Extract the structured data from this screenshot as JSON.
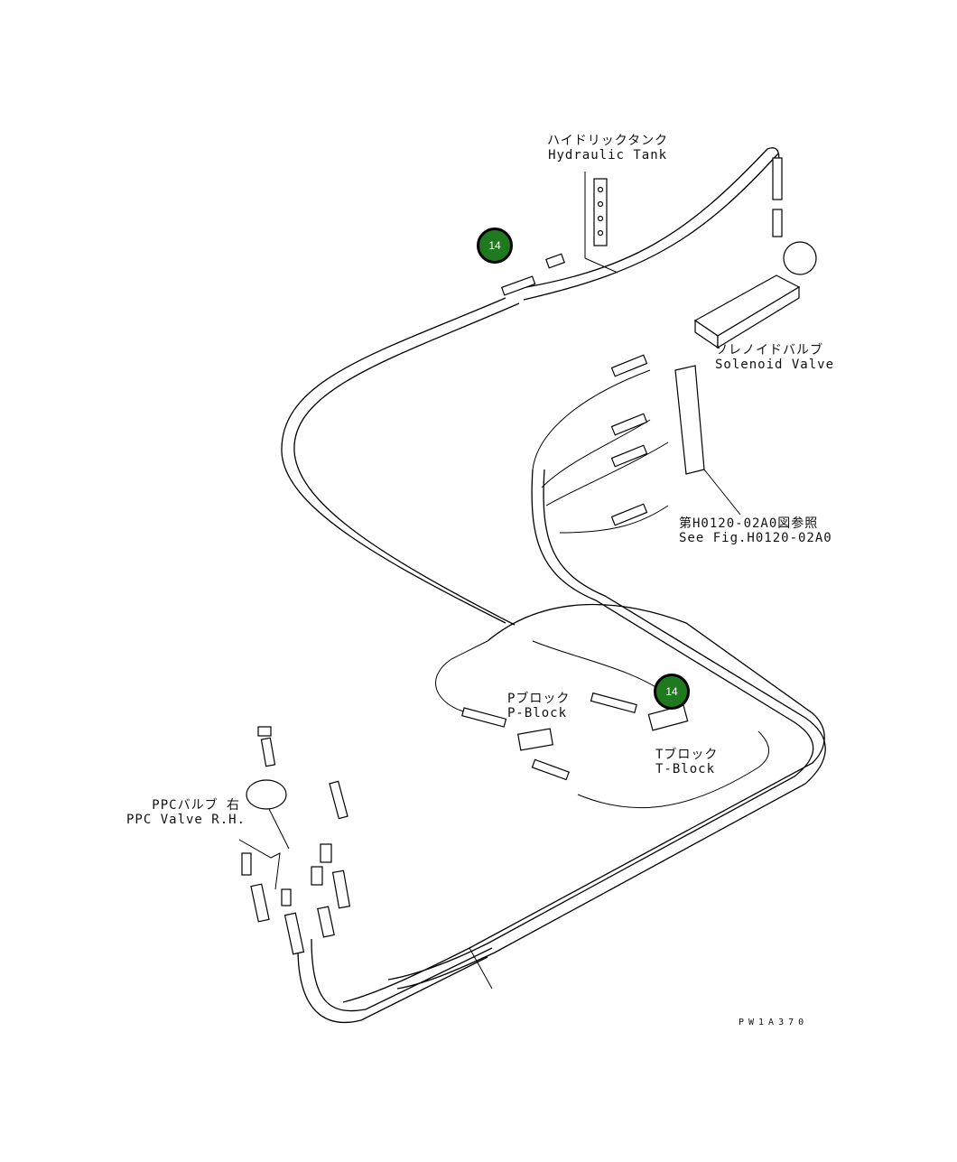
{
  "labels": {
    "hydraulic_tank_jp": "ハイドリックタンク",
    "hydraulic_tank_en": "Hydraulic Tank",
    "solenoid_valve_jp": "ソレノイドバルブ",
    "solenoid_valve_en": "Solenoid Valve",
    "see_fig_jp": "第H0120-02A0図参照",
    "see_fig_en": "See Fig.H0120-02A0",
    "p_block_jp": "Pブロック",
    "p_block_en": "P-Block",
    "t_block_jp": "Tブロック",
    "t_block_en": "T-Block",
    "ppc_valve_jp": "PPCバルブ 右",
    "ppc_valve_en": "PPC Valve R.H."
  },
  "callouts": [
    "14",
    "14"
  ],
  "figure_code": "PW1A370",
  "colors": {
    "callout_fill": "#1f7a1f",
    "line": "#000000"
  }
}
